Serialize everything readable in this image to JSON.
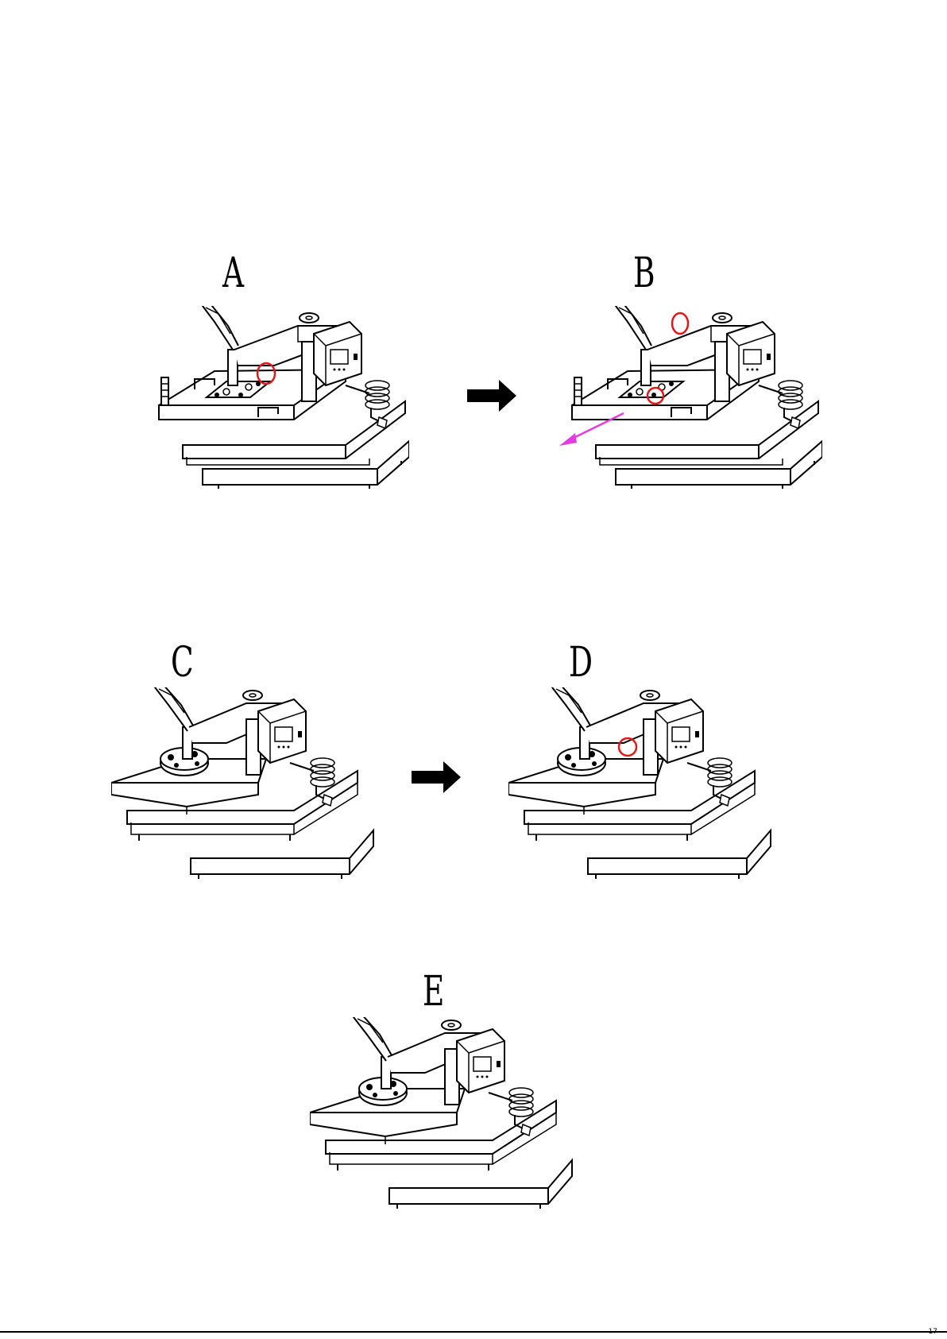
{
  "steps": {
    "a": {
      "label": "A"
    },
    "b": {
      "label": "B"
    },
    "c": {
      "label": "C"
    },
    "d": {
      "label": "D"
    },
    "e": {
      "label": "E"
    }
  },
  "page": {
    "number": "17"
  },
  "colors": {
    "line": "#000000",
    "highlight_circle": "#e0191b",
    "direction_arrow": "#e23ce0",
    "step_arrow": "#000000"
  },
  "icons": [
    "heat-press-machine",
    "right-arrow",
    "highlight-circle",
    "pull-direction-arrow"
  ]
}
